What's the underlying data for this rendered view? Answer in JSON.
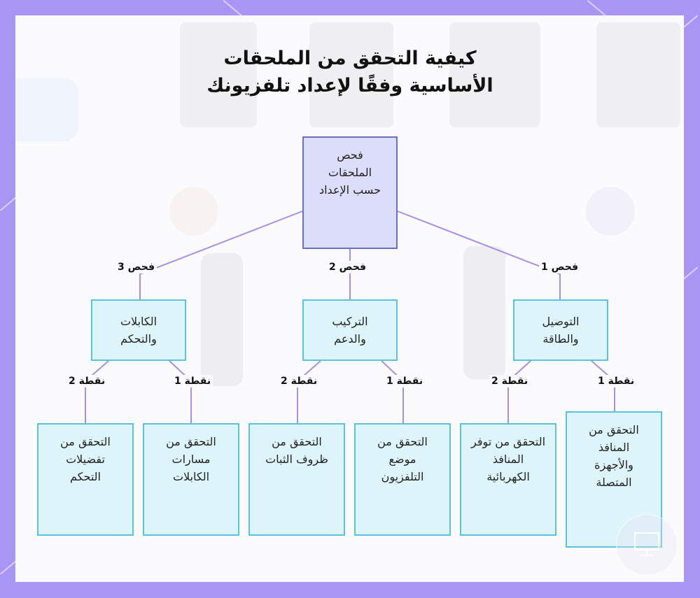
{
  "title": {
    "line1": "كيفية التحقق من الملحقات",
    "line2": "الأساسية وفقًا لإعداد تلفزيونك"
  },
  "root": {
    "label": "فحص الملحقات حسب الإعداد"
  },
  "checks": [
    {
      "edge_label": "فحص 1",
      "label": "التوصيل والطاقة",
      "points": [
        {
          "edge_label": "نقطة 1",
          "label": "التحقق من المنافذ والأجهزة المتصلة"
        },
        {
          "edge_label": "نقطة 2",
          "label": "التحقق من توفر المنافذ الكهربائية"
        }
      ]
    },
    {
      "edge_label": "فحص 2",
      "label": "التركيب والدعم",
      "points": [
        {
          "edge_label": "نقطة 1",
          "label": "التحقق من موضع التلفزيون"
        },
        {
          "edge_label": "نقطة 2",
          "label": "التحقق من ظروف الثبات"
        }
      ]
    },
    {
      "edge_label": "فحص 3",
      "label": "الكابلات والتحكم",
      "points": [
        {
          "edge_label": "نقطة 1",
          "label": "التحقق من مسارات الكابلات"
        },
        {
          "edge_label": "نقطة 2",
          "label": "التحقق من تفضيلات التحكم"
        }
      ]
    }
  ],
  "colors": {
    "background": "#a896f5",
    "root_fill": "#dcdcfb",
    "root_border": "#6b6fc2",
    "node_fill": "#def4fb",
    "node_border": "#59c3dc",
    "edge": "#a98ee6"
  }
}
